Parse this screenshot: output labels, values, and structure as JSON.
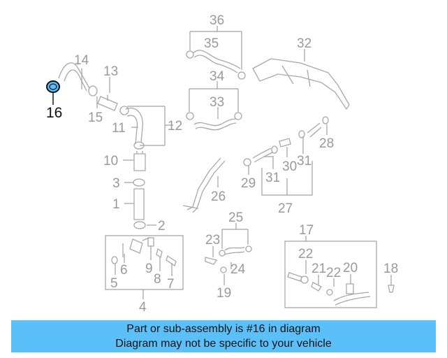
{
  "diagram": {
    "highlight_color": "#5bc0f8",
    "highlighted_part": "16",
    "callouts": [
      "1",
      "2",
      "3",
      "4",
      "5",
      "6",
      "7",
      "8",
      "9",
      "10",
      "11",
      "12",
      "13",
      "14",
      "15",
      "16",
      "17",
      "18",
      "19",
      "20",
      "21",
      "22",
      "22",
      "23",
      "24",
      "25",
      "26",
      "27",
      "28",
      "29",
      "30",
      "31",
      "31",
      "32",
      "33",
      "34",
      "35",
      "36"
    ]
  },
  "banner": {
    "line1": "Part or sub-assembly is #16 in diagram",
    "line2": "Diagram may not be specific to your vehicle"
  }
}
